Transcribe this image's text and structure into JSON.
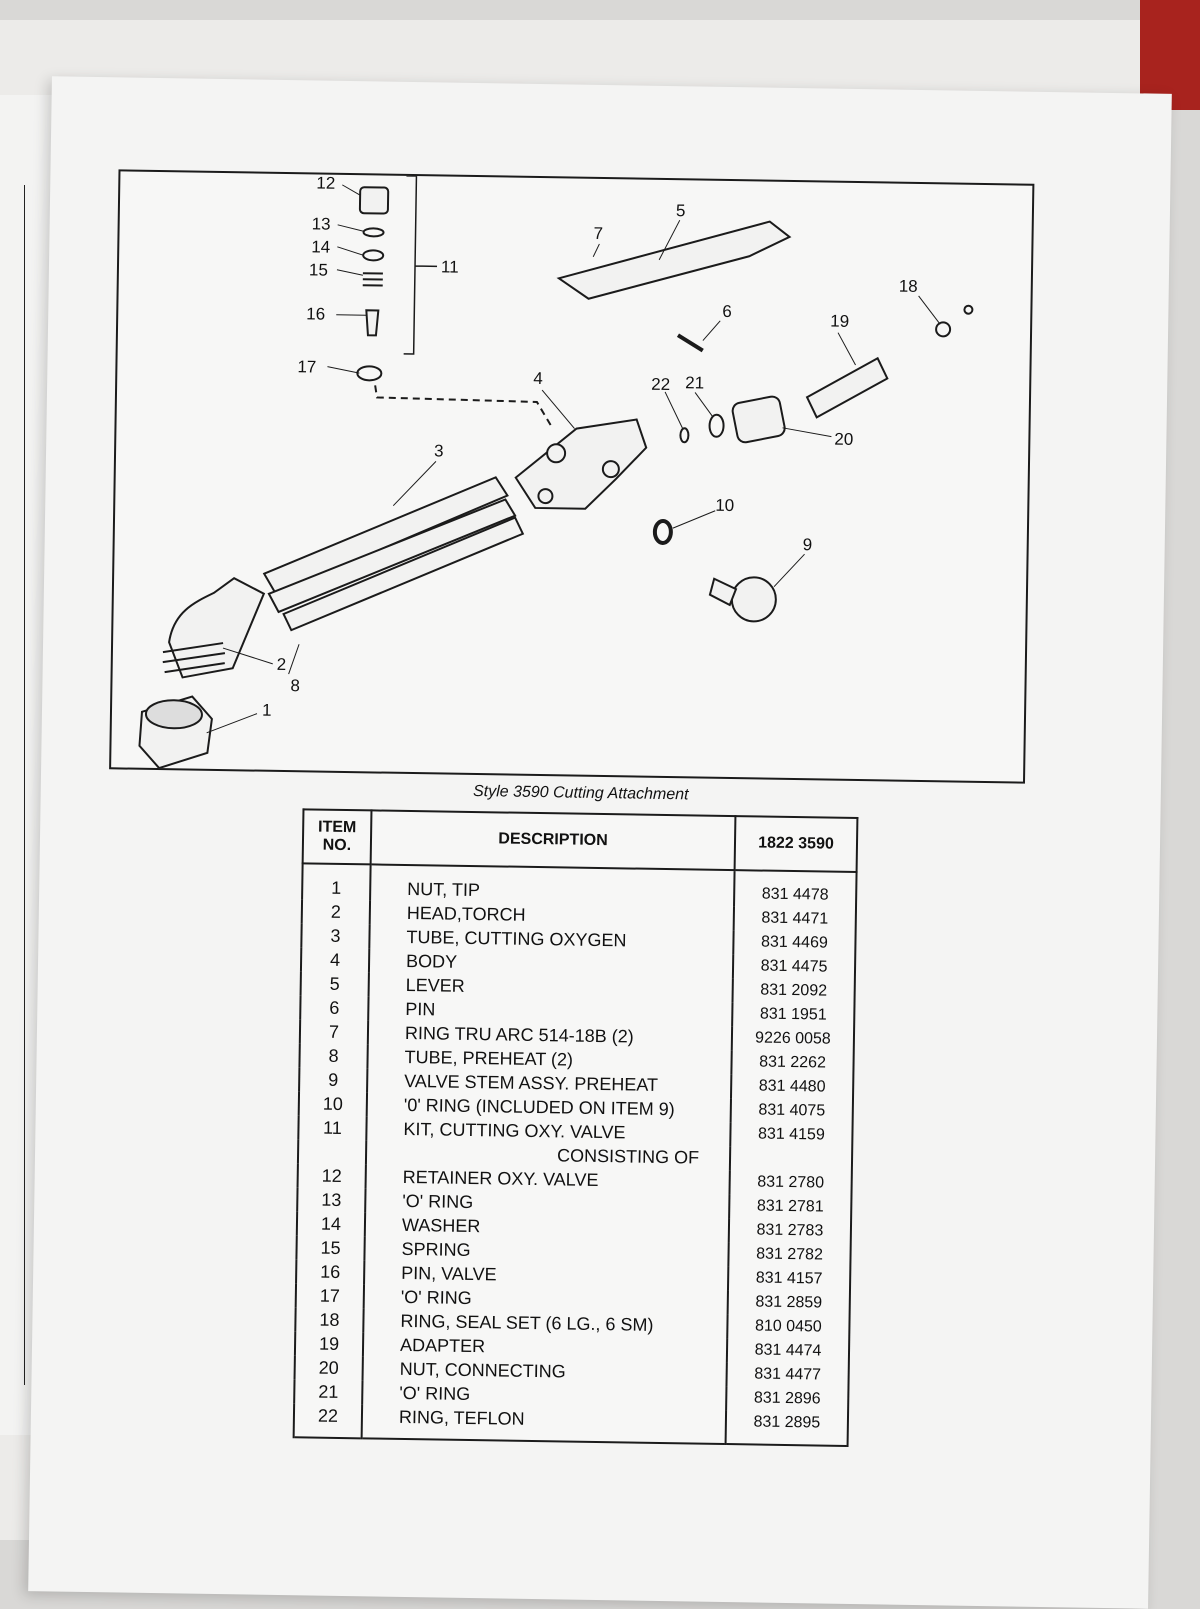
{
  "figure": {
    "callouts": [
      "1",
      "2",
      "3",
      "4",
      "5",
      "6",
      "7",
      "8",
      "9",
      "10",
      "11",
      "12",
      "13",
      "14",
      "15",
      "16",
      "17",
      "18",
      "19",
      "20",
      "21",
      "22"
    ],
    "caption": "Style 3590 Cutting Attachment"
  },
  "table": {
    "headers": {
      "item": "ITEM NO.",
      "description": "DESCRIPTION",
      "part_number": "1822 3590"
    },
    "rows": [
      {
        "no": "1",
        "desc": "NUT, TIP",
        "pn": "831 4478"
      },
      {
        "no": "2",
        "desc": "HEAD,TORCH",
        "pn": "831 4471"
      },
      {
        "no": "3",
        "desc": "TUBE, CUTTING OXYGEN",
        "pn": "831 4469"
      },
      {
        "no": "4",
        "desc": "BODY",
        "pn": "831 4475"
      },
      {
        "no": "5",
        "desc": "LEVER",
        "pn": "831 2092"
      },
      {
        "no": "6",
        "desc": "PIN",
        "pn": "831 1951"
      },
      {
        "no": "7",
        "desc": "RING TRU ARC  514-18B (2)",
        "pn": "9226 0058"
      },
      {
        "no": "8",
        "desc": "TUBE, PREHEAT (2)",
        "pn": "831 2262"
      },
      {
        "no": "9",
        "desc": "VALVE STEM ASSY. PREHEAT",
        "pn": "831 4480"
      },
      {
        "no": "10",
        "desc": "'0' RING (INCLUDED ON ITEM 9)",
        "pn": "831 4075"
      },
      {
        "no": "11",
        "desc": "KIT, CUTTING OXY. VALVE",
        "pn": "831 4159"
      },
      {
        "no": "",
        "desc": "CONSISTING OF",
        "pn": ""
      },
      {
        "no": "12",
        "desc": "RETAINER OXY. VALVE",
        "pn": "831 2780"
      },
      {
        "no": "13",
        "desc": "'O' RING",
        "pn": "831 2781"
      },
      {
        "no": "14",
        "desc": "WASHER",
        "pn": "831 2783"
      },
      {
        "no": "15",
        "desc": "SPRING",
        "pn": "831 2782"
      },
      {
        "no": "16",
        "desc": "PIN, VALVE",
        "pn": "831 4157"
      },
      {
        "no": "17",
        "desc": "'O' RING",
        "pn": "831 2859"
      },
      {
        "no": "18",
        "desc": "RING, SEAL SET (6 LG., 6 SM)",
        "pn": "810 0450"
      },
      {
        "no": "19",
        "desc": "ADAPTER",
        "pn": "831 4474"
      },
      {
        "no": "20",
        "desc": "NUT, CONNECTING",
        "pn": "831 4477"
      },
      {
        "no": "21",
        "desc": "'O' RING",
        "pn": "831 2896"
      },
      {
        "no": "22",
        "desc": "RING, TEFLON",
        "pn": "831 2895"
      }
    ]
  }
}
